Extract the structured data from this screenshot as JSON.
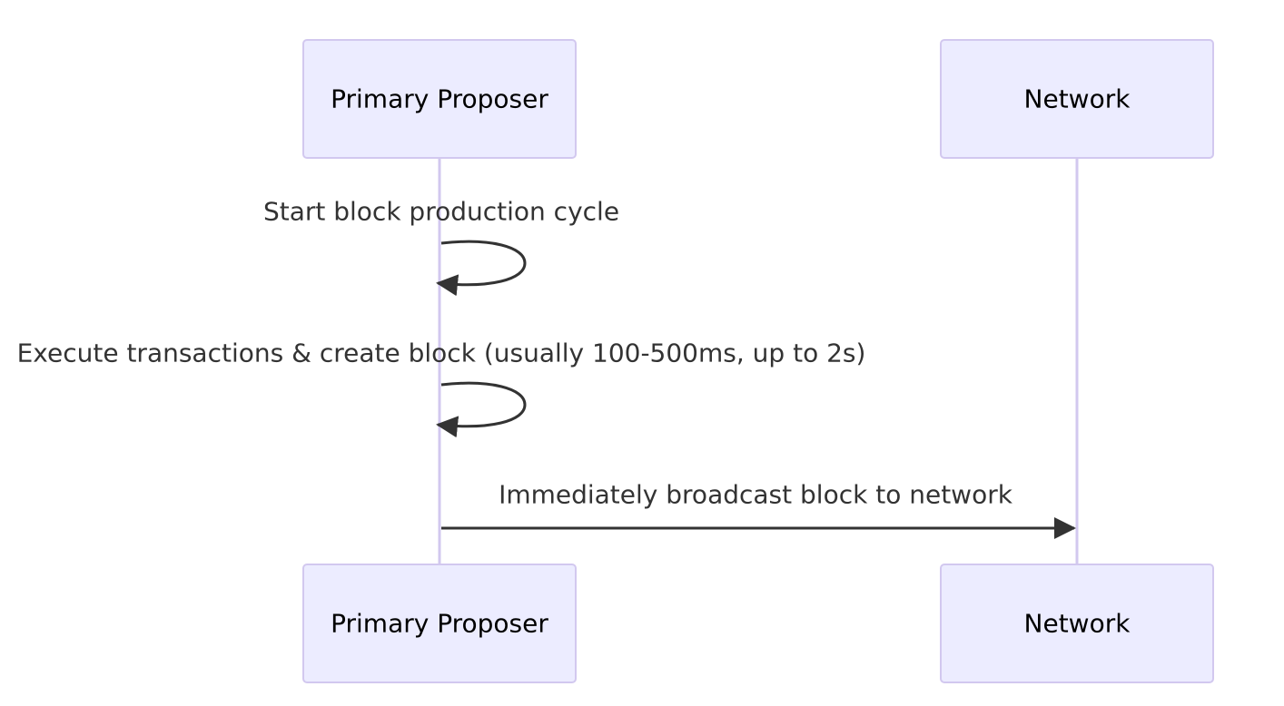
{
  "participants": {
    "proposer": "Primary Proposer",
    "network": "Network"
  },
  "messages": [
    {
      "from": "proposer",
      "to": "proposer",
      "text": "Start block production cycle"
    },
    {
      "from": "proposer",
      "to": "proposer",
      "text": "Execute transactions & create block (usually 100-500ms, up to 2s)"
    },
    {
      "from": "proposer",
      "to": "network",
      "text": "Immediately broadcast block to network"
    }
  ],
  "colors": {
    "actor_fill": "#ececff",
    "actor_border": "#d2c8ef",
    "lifeline": "#d2c8ef",
    "message": "#333333"
  }
}
